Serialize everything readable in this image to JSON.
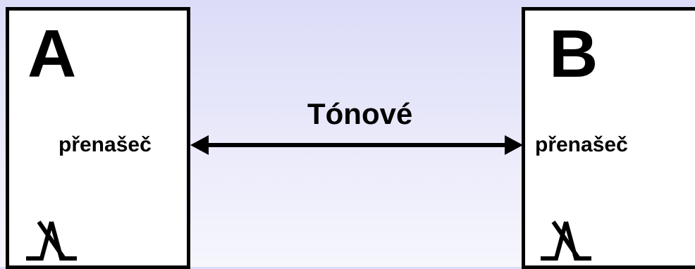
{
  "box_a": {
    "letter": "A",
    "label": "přenašeč",
    "icon": "switch-icon"
  },
  "box_b": {
    "letter": "B",
    "label": "přenašeč",
    "icon": "switch-icon"
  },
  "connection": {
    "label": "Tónové",
    "direction": "bidirectional",
    "icon": "double-arrow-icon"
  }
}
